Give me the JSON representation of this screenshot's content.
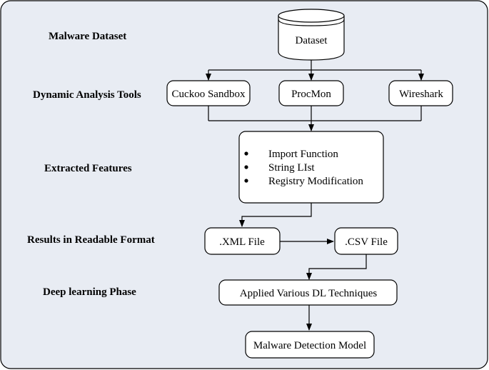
{
  "diagram": {
    "stages": [
      "Malware Dataset",
      "Dynamic Analysis Tools",
      "Extracted Features",
      "Results in Readable Format",
      "Deep learning Phase"
    ],
    "nodes": {
      "dataset": "Dataset",
      "cuckoo": "Cuckoo Sandbox",
      "procmon": "ProcMon",
      "wireshark": "Wireshark",
      "xml": ".XML File",
      "csv": ".CSV File",
      "dl": "Applied Various DL Techniques",
      "model": "Malware Detection Model"
    },
    "features": [
      "Import Function",
      "String LIst",
      "Registry Modification"
    ],
    "colors": {
      "panel_bg": "#e8ecf3",
      "box_fill": "#ffffff",
      "stroke": "#000000"
    }
  }
}
